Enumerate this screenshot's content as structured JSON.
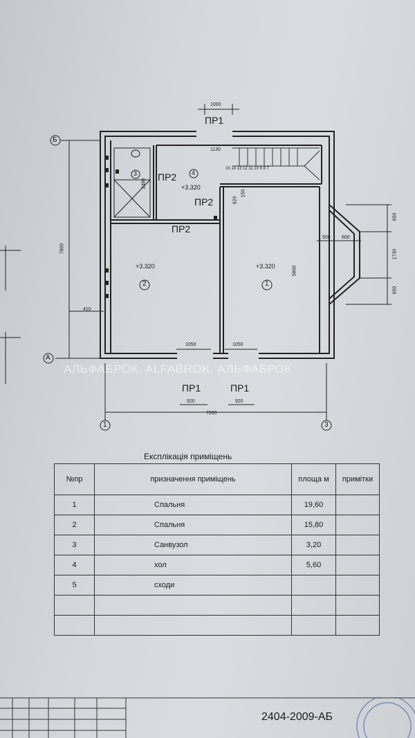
{
  "plan": {
    "axes": {
      "b": "Б",
      "a": "А",
      "one_bottom": "1",
      "three_bottom": "3"
    },
    "openings": {
      "top": "ПР1",
      "wc": "ПР2",
      "hall": "ПР2",
      "room2": "ПР2",
      "bottom_left": "ПР1",
      "bottom_right": "ПР1"
    },
    "rooms": {
      "r1": {
        "num": "1",
        "level": "+3.320"
      },
      "r2": {
        "num": "2",
        "level": "+3.320"
      },
      "r3": {
        "num": "3"
      },
      "r4": {
        "num": "4",
        "level": "+3.320"
      }
    },
    "dims": {
      "top_1000": "1000",
      "top_1130": "1130",
      "stairs": "15 14 13 12 11 10 9 8 7",
      "d2480": "2480",
      "d920v": "920",
      "d150": "150",
      "d7800": "7800",
      "d410": "410",
      "d5800": "5800",
      "d500": "500",
      "d600": "600",
      "d650a": "650",
      "d1730": "1730",
      "d650b": "650",
      "d1050a": "1050",
      "d1050b": "1050",
      "d920a": "920",
      "d920b": "920",
      "d7200": "7200"
    },
    "watermark": "АЛЬФАБРОК. ALFABROK. АЛЬФАБРОК"
  },
  "table": {
    "title": "Експлікація приміщень",
    "headers": {
      "num": "№пр",
      "purpose": "призначення приміщень",
      "area": "площа м",
      "note": "примітки"
    },
    "rows": [
      {
        "num": "1",
        "name": "Спальня",
        "area": "19,60",
        "note": ""
      },
      {
        "num": "2",
        "name": "Спальня",
        "area": "15,80",
        "note": ""
      },
      {
        "num": "3",
        "name": "Санвузол",
        "area": "3,20",
        "note": ""
      },
      {
        "num": "4",
        "name": "хол",
        "area": "5,60",
        "note": ""
      },
      {
        "num": "5",
        "name": "сходи",
        "area": "",
        "note": ""
      },
      {
        "num": "",
        "name": "",
        "area": "",
        "note": ""
      },
      {
        "num": "",
        "name": "",
        "area": "",
        "note": ""
      }
    ]
  },
  "stamp": {
    "doc_number": "2404-2009-АБ"
  }
}
